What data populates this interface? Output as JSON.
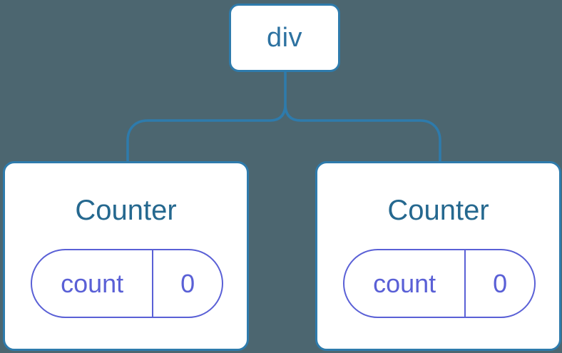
{
  "colors": {
    "background": "#4c6670",
    "line": "#2e7bac",
    "card-bg": "#ffffff",
    "root-text": "#2d72a1",
    "counter-text": "#25688f",
    "purple": "#5a60d6"
  },
  "tree": {
    "root": {
      "label": "div"
    },
    "children": [
      {
        "title": "Counter",
        "state": {
          "key": "count",
          "value": "0"
        }
      },
      {
        "title": "Counter",
        "state": {
          "key": "count",
          "value": "0"
        }
      }
    ]
  }
}
